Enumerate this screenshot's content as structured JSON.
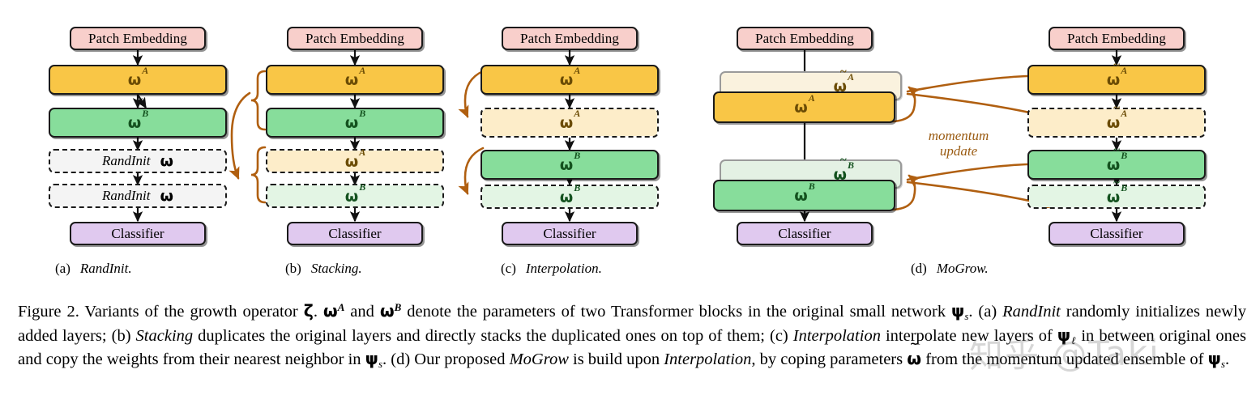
{
  "figure": {
    "label": "Figure 2.",
    "watermark": "知乎 @Taki",
    "momentum_line1": "momentum",
    "momentum_line2": "update"
  },
  "labels": {
    "patch_embedding": "Patch Embedding",
    "classifier": "Classifier",
    "randinit": "RandInit",
    "omega": "ω",
    "sup_A": "A",
    "sup_B": "B",
    "tilde": "~"
  },
  "panels": [
    {
      "id": "a",
      "tag": "(a)",
      "name": "RandInit.",
      "blocks": [
        {
          "kind": "patch",
          "text": "Patch Embedding",
          "style": "solid",
          "fill": "c-patch"
        },
        {
          "kind": "omega",
          "text": "ω",
          "sup": "A",
          "tilde": false,
          "style": "solid",
          "fill": "c-amber",
          "label_color": "lbl-amber"
        },
        {
          "kind": "omega",
          "text": "ω",
          "sup": "B",
          "tilde": false,
          "style": "solid",
          "fill": "c-green",
          "label_color": "lbl-green"
        },
        {
          "kind": "rand",
          "text": "RandInit",
          "omega": "ω",
          "style": "dashed",
          "fill": "c-gray",
          "label_color": "lbl-dark"
        },
        {
          "kind": "rand",
          "text": "RandInit",
          "omega": "ω",
          "style": "dashed",
          "fill": "c-gray",
          "label_color": "lbl-dark"
        },
        {
          "kind": "class",
          "text": "Classifier",
          "style": "solid",
          "fill": "c-class"
        }
      ]
    },
    {
      "id": "b",
      "tag": "(b)",
      "name": "Stacking.",
      "blocks": [
        {
          "kind": "patch",
          "text": "Patch Embedding",
          "style": "solid",
          "fill": "c-patch"
        },
        {
          "kind": "omega",
          "text": "ω",
          "sup": "A",
          "tilde": false,
          "style": "solid",
          "fill": "c-amber",
          "label_color": "lbl-amber"
        },
        {
          "kind": "omega",
          "text": "ω",
          "sup": "B",
          "tilde": false,
          "style": "solid",
          "fill": "c-green",
          "label_color": "lbl-green"
        },
        {
          "kind": "omega",
          "text": "ω",
          "sup": "A",
          "tilde": false,
          "style": "dashed",
          "fill": "c-amber-l",
          "label_color": "lbl-amber"
        },
        {
          "kind": "omega",
          "text": "ω",
          "sup": "B",
          "tilde": false,
          "style": "dashed",
          "fill": "c-green-l",
          "label_color": "lbl-green"
        },
        {
          "kind": "class",
          "text": "Classifier",
          "style": "solid",
          "fill": "c-class"
        }
      ]
    },
    {
      "id": "c",
      "tag": "(c)",
      "name": "Interpolation.",
      "blocks": [
        {
          "kind": "patch",
          "text": "Patch Embedding",
          "style": "solid",
          "fill": "c-patch"
        },
        {
          "kind": "omega",
          "text": "ω",
          "sup": "A",
          "tilde": false,
          "style": "solid",
          "fill": "c-amber",
          "label_color": "lbl-amber"
        },
        {
          "kind": "omega",
          "text": "ω",
          "sup": "A",
          "tilde": false,
          "style": "dashed",
          "fill": "c-amber-l",
          "label_color": "lbl-amber"
        },
        {
          "kind": "omega",
          "text": "ω",
          "sup": "B",
          "tilde": false,
          "style": "solid",
          "fill": "c-green",
          "label_color": "lbl-green"
        },
        {
          "kind": "omega",
          "text": "ω",
          "sup": "B",
          "tilde": false,
          "style": "dashed",
          "fill": "c-green-l",
          "label_color": "lbl-green"
        },
        {
          "kind": "class",
          "text": "Classifier",
          "style": "solid",
          "fill": "c-class"
        }
      ]
    },
    {
      "id": "d-left",
      "tag": "(d)",
      "name": "MoGrow.",
      "blocks": [
        {
          "kind": "patch",
          "text": "Patch Embedding",
          "style": "solid",
          "fill": "c-patch"
        },
        {
          "kind": "omega",
          "text": "ω",
          "sup": "A",
          "tilde": true,
          "style": "ghost",
          "fill": "c-amber-g",
          "label_color": "lbl-amber"
        },
        {
          "kind": "omega",
          "text": "ω",
          "sup": "A",
          "tilde": false,
          "style": "solid",
          "fill": "c-amber",
          "label_color": "lbl-amber"
        },
        {
          "kind": "omega",
          "text": "ω",
          "sup": "B",
          "tilde": true,
          "style": "ghost",
          "fill": "c-green-g",
          "label_color": "lbl-green"
        },
        {
          "kind": "omega",
          "text": "ω",
          "sup": "B",
          "tilde": false,
          "style": "solid",
          "fill": "c-green",
          "label_color": "lbl-green"
        },
        {
          "kind": "class",
          "text": "Classifier",
          "style": "solid",
          "fill": "c-class"
        }
      ]
    },
    {
      "id": "d-right",
      "tag": "",
      "name": "",
      "blocks": [
        {
          "kind": "patch",
          "text": "Patch Embedding",
          "style": "solid",
          "fill": "c-patch"
        },
        {
          "kind": "omega",
          "text": "ω",
          "sup": "A",
          "tilde": true,
          "style": "solid",
          "fill": "c-amber",
          "label_color": "lbl-amber"
        },
        {
          "kind": "omega",
          "text": "ω",
          "sup": "A",
          "tilde": true,
          "style": "dashed",
          "fill": "c-amber-l",
          "label_color": "lbl-amber"
        },
        {
          "kind": "omega",
          "text": "ω",
          "sup": "B",
          "tilde": true,
          "style": "solid",
          "fill": "c-green",
          "label_color": "lbl-green"
        },
        {
          "kind": "omega",
          "text": "ω",
          "sup": "B",
          "tilde": true,
          "style": "dashed",
          "fill": "c-green-l",
          "label_color": "lbl-green"
        },
        {
          "kind": "class",
          "text": "Classifier",
          "style": "solid",
          "fill": "c-class"
        }
      ]
    }
  ],
  "caption": {
    "line1_a": "Figure 2. Variants of the growth operator ",
    "zeta": "ζ",
    "line1_b": ". ",
    "omegaA": "ω",
    "line1_c": " and ",
    "omegaB": "ω",
    "line1_d": " denote the parameters of two Transformer blocks in the original small network ",
    "psi_s": "ψ",
    "sub_s": "s",
    "line1_e": ". (a) ",
    "randinit": "RandInit",
    "line2_a": " randomly initializes newly added layers; (b) ",
    "stacking": "Stacking",
    "line2_b": " duplicates the original layers and directly stacks the duplicated ones on top of them; (c) ",
    "interpolation": "Interpolation",
    "line3_a": " interpolate new layers of ",
    "psi_l": "ψ",
    "sub_l": "ℓ",
    "line3_b": " in between original ones and copy the weights from their nearest neighbor in ",
    "line3_c": ". (d) Our proposed ",
    "mogrow": "MoGrow",
    "line4_a": " is build upon ",
    "interpolation2": "Interpolation",
    "line4_b": ", by coping parameters ",
    "tilde_omega": "ω",
    "line4_c": " from the momentum updated ensemble of ",
    "line4_d": "."
  },
  "colors": {
    "patch": "#f8cfcb",
    "classifier": "#e0c9ef",
    "omega_a": "#f9c646",
    "omega_a_light": "#fdedc9",
    "omega_b": "#87dd9b",
    "omega_b_light": "#e3f5e4",
    "randinit": "#f4f4f4",
    "arrow_brown": "#b05f10",
    "arrow_black": "#111111"
  }
}
